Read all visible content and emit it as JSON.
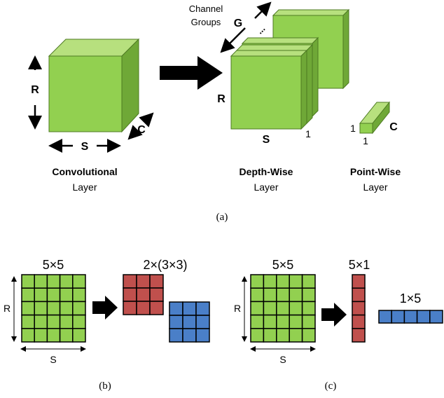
{
  "panel_a": {
    "conv": {
      "label_r": "R",
      "label_s": "S",
      "label_c": "C",
      "title": "Convolutional",
      "subtitle": "Layer"
    },
    "depthwise": {
      "channel_label_line1": "Channel",
      "channel_label_line2": "Groups",
      "label_g": "G",
      "ellipsis": "...",
      "label_r": "R",
      "label_s": "S",
      "label_depth": "1",
      "title": "Depth-Wise",
      "subtitle": "Layer"
    },
    "pointwise": {
      "label_left": "1",
      "label_bottom": "1",
      "label_c": "C",
      "title": "Point-Wise",
      "subtitle": "Layer"
    },
    "caption": "(a)"
  },
  "panel_b": {
    "grid_title": "5×5",
    "label_r": "R",
    "label_s": "S",
    "kernels_title": "2×(3×3)",
    "caption": "(b)"
  },
  "panel_c": {
    "grid_title": "5×5",
    "label_r": "R",
    "label_s": "S",
    "col_title": "5×1",
    "row_title": "1×5",
    "caption": "(c)"
  },
  "colors": {
    "green_front": "#92d050",
    "green_top": "#b7e07e",
    "green_side": "#6fa837",
    "red": "#c0504d",
    "blue": "#4a7fc8",
    "arrow": "#000000"
  }
}
